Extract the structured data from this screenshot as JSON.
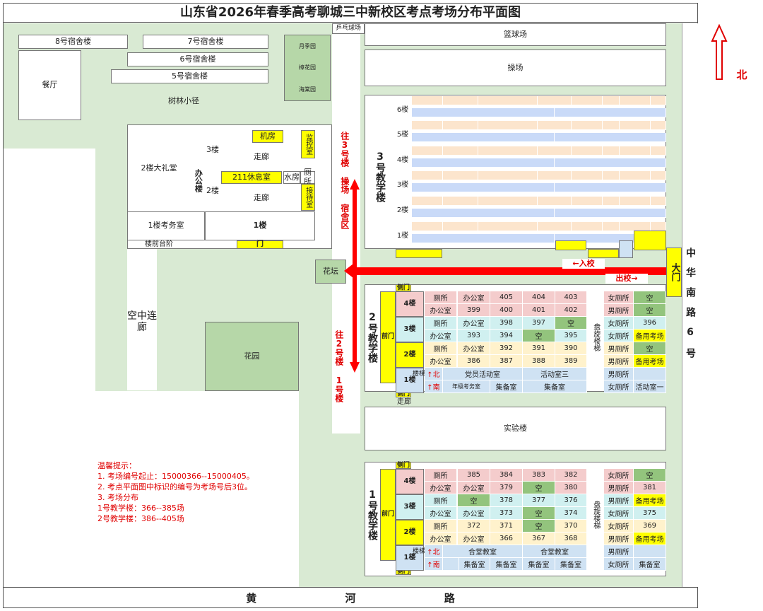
{
  "title": "山东省2026年春季高考聊城三中新校区考点考场分布平面图",
  "north": "北",
  "road_south": "黄 河 路",
  "road_east": "中华南路6号",
  "dorms": {
    "d8": "8号宿舍楼",
    "d7": "7号宿舍楼",
    "d6": "6号宿舍楼",
    "d5": "5号宿舍楼"
  },
  "places": {
    "canteen": "餐厅",
    "pingpong": "乒乓球场",
    "basketball": "篮球场",
    "playground": "操场",
    "garden1": "月季园",
    "garden2": "樟花园",
    "garden3": "海棠园",
    "path": "树林小径",
    "flowerbed": "花坛",
    "garden": "花园",
    "corridor_air": "空中连廊",
    "lab": "实验楼",
    "corridor": "走廊",
    "gate": "大门"
  },
  "office": {
    "name": "办公楼",
    "hall": "2楼大礼堂",
    "exam_office": "1楼考务室",
    "front_steps": "楼前台阶",
    "f3": "3楼",
    "f2": "2楼",
    "f1": "1楼",
    "machine": "机房",
    "monitor": "监控室",
    "corridor": "走廊",
    "rest": "211休息室",
    "water": "水房",
    "toilet": "厕所",
    "reception": "接待室",
    "door": "门"
  },
  "arrows": {
    "to3": "往3号楼 操场 宿舍区",
    "to2": "往2号楼 1号楼",
    "enter": "←入校",
    "exit": "出校→"
  },
  "b3": {
    "name": "3号教学楼",
    "floors": [
      "6楼",
      "5楼",
      "4楼",
      "3楼",
      "2楼",
      "1楼"
    ]
  },
  "b2": {
    "name": "2号教学楼",
    "side_door": "侧门",
    "front_door": "前门",
    "stair": "楼梯",
    "spiral": "盘旋楼梯",
    "floors": [
      "4楼",
      "3楼",
      "2楼",
      "1楼"
    ],
    "rows": [
      [
        "厕所",
        "办公室",
        "405",
        "404",
        "403"
      ],
      [
        "办公室",
        "399",
        "400",
        "401",
        "402"
      ],
      [
        "厕所",
        "办公室",
        "398",
        "397",
        "空"
      ],
      [
        "办公室",
        "393",
        "394",
        "空",
        "395"
      ],
      [
        "厕所",
        "办公室",
        "392",
        "391",
        "390"
      ],
      [
        "办公室",
        "386",
        "387",
        "388",
        "389"
      ],
      [
        "↑北",
        "党员活动室",
        "活动室三"
      ],
      [
        "↑南",
        "年级考务室",
        "集备室",
        "集备室"
      ]
    ],
    "right": [
      [
        "女厕所",
        "空"
      ],
      [
        "男厕所",
        "空"
      ],
      [
        "女厕所",
        "396"
      ],
      [
        "女厕所",
        "备用考场"
      ],
      [
        "男厕所",
        "空"
      ],
      [
        "男厕所",
        "备用考场"
      ],
      [
        "男厕所",
        ""
      ],
      [
        "女厕所",
        "活动室一"
      ]
    ]
  },
  "b1": {
    "name": "1号教学楼",
    "side_door": "侧门",
    "front_door": "前门",
    "stair": "楼梯",
    "spiral": "盘旋楼梯",
    "floors": [
      "4楼",
      "3楼",
      "2楼",
      "1楼"
    ],
    "rows": [
      [
        "厕所",
        "385",
        "384",
        "383",
        "382"
      ],
      [
        "办公室",
        "办公室",
        "379",
        "空",
        "380"
      ],
      [
        "厕所",
        "空",
        "378",
        "377",
        "376"
      ],
      [
        "办公室",
        "办公室",
        "373",
        "空",
        "374"
      ],
      [
        "厕所",
        "372",
        "371",
        "空",
        "370"
      ],
      [
        "办公室",
        "办公室",
        "366",
        "367",
        "368"
      ],
      [
        "↑北",
        "合堂教室",
        "合堂教室"
      ],
      [
        "↑南",
        "集备室",
        "集备室",
        "集备室",
        "集备室"
      ]
    ],
    "right": [
      [
        "女厕所",
        "空"
      ],
      [
        "男厕所",
        "381"
      ],
      [
        "男厕所",
        "备用考场"
      ],
      [
        "女厕所",
        "375"
      ],
      [
        "女厕所",
        "369"
      ],
      [
        "男厕所",
        "备用考场"
      ],
      [
        "男厕所",
        ""
      ],
      [
        "女厕所",
        "集备室"
      ]
    ]
  },
  "tips": {
    "heading": "温馨提示：",
    "l1": "1. 考场编号起止：15000366--15000405。",
    "l2": "2. 考点平面图中标识的编号为考场号后3位。",
    "l3": "3. 考场分布",
    "l4": "1号教学楼：366--385场",
    "l5": "2号教学楼：386--405场"
  }
}
